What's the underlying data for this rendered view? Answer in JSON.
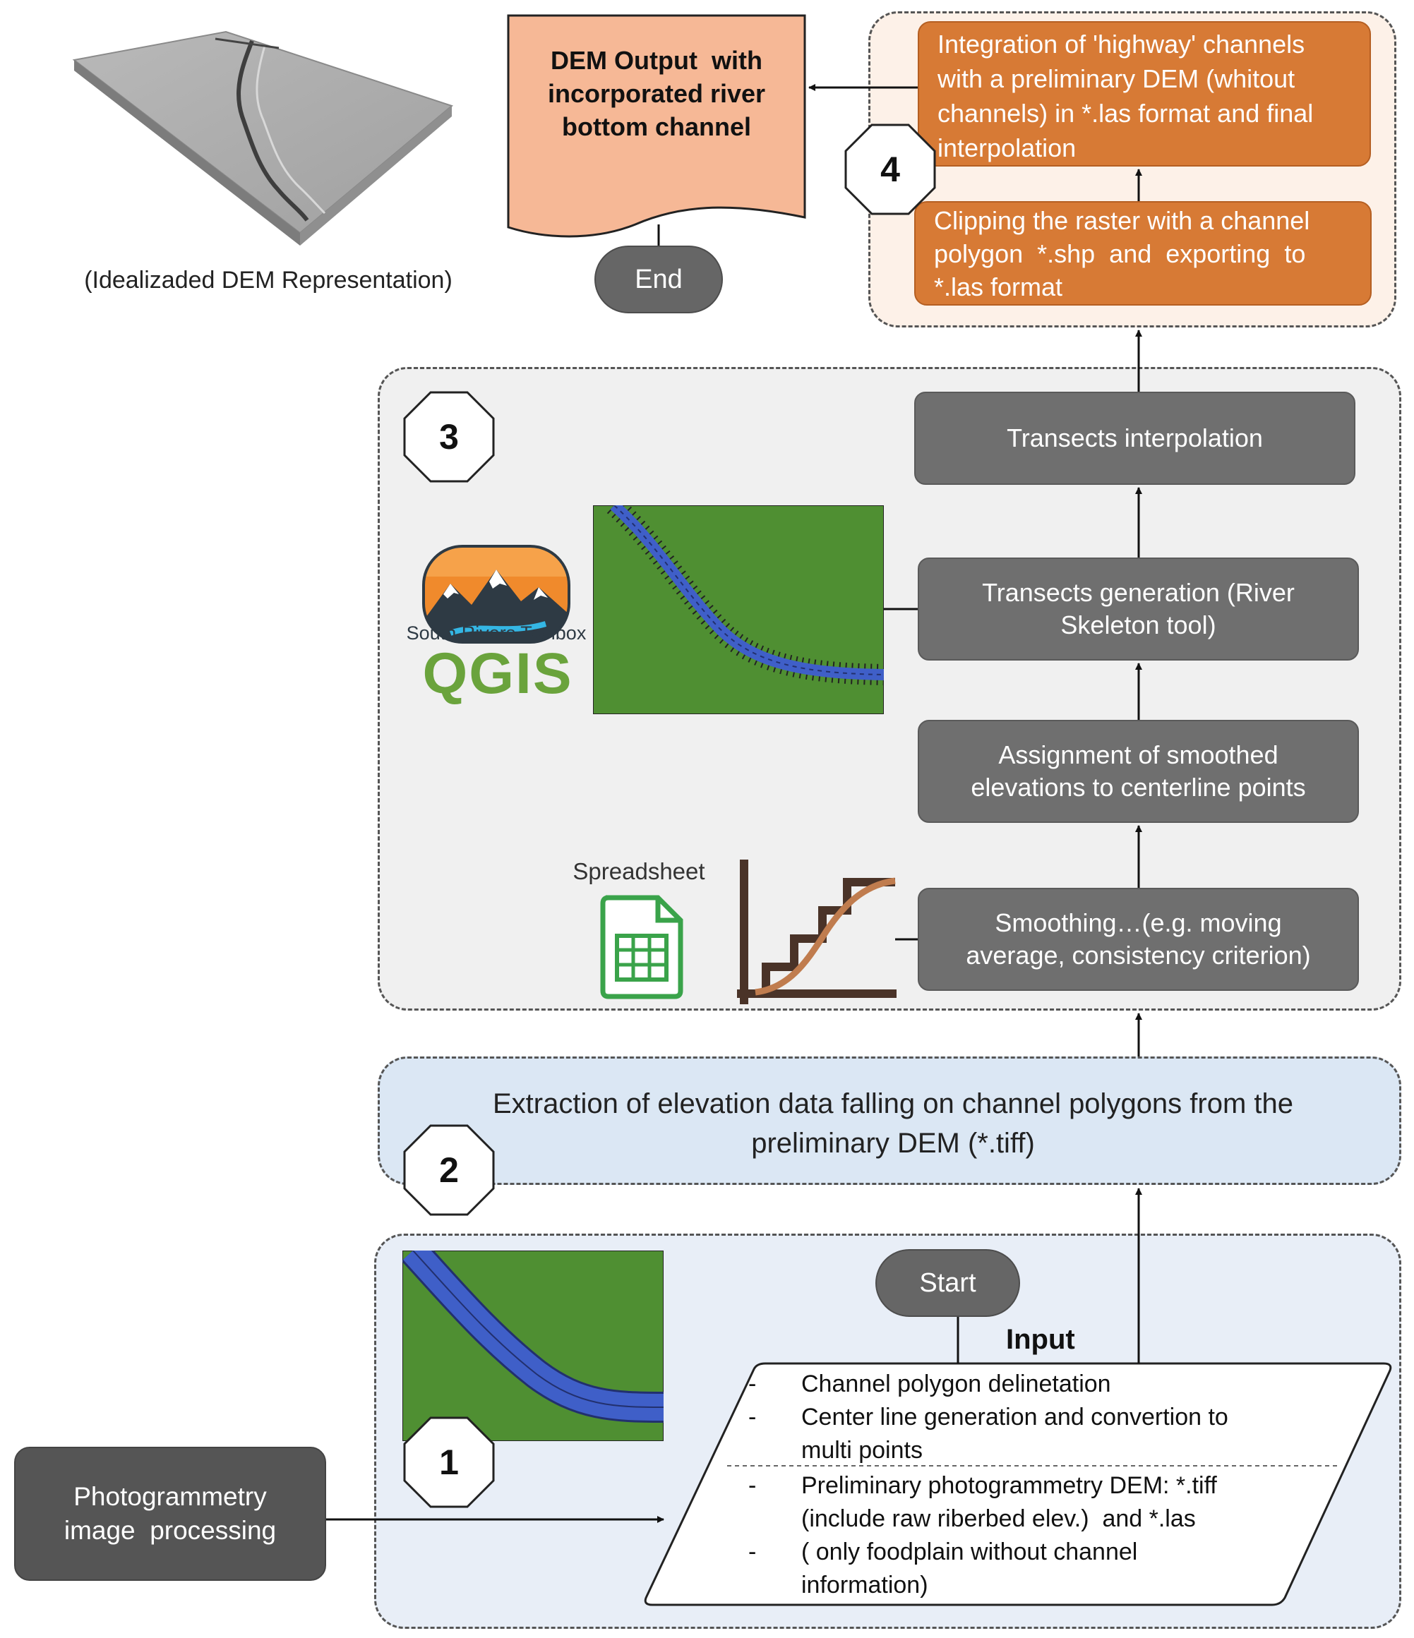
{
  "top_left": {
    "dem_caption": "(Idealizaded DEM Representation)"
  },
  "output_doc": {
    "lines": [
      "DEM Output  with",
      "incorporated river",
      "bottom channel"
    ]
  },
  "end_label": "End",
  "start_label": "Start",
  "step_badges": [
    "1",
    "2",
    "3",
    "4"
  ],
  "stage4": {
    "integration_lines": [
      "Integration of 'highway' channels",
      "with a preliminary DEM (whitout",
      "channels) in *.las format and final",
      "interpolation"
    ],
    "clipping_lines": [
      "Clipping the raster with a channel",
      "polygon  *.shp  and  exporting  to",
      "*.las format"
    ]
  },
  "stage3": {
    "transects_interpolation": "Transects interpolation",
    "transects_generation_lines": [
      "Transects generation (River",
      "Skeleton tool)"
    ],
    "assignment_lines": [
      "Assignment of smoothed",
      "elevations to centerline points"
    ],
    "smoothing_lines": [
      "Smoothing…(e.g. moving",
      "average, consistency criterion)"
    ],
    "logo_toolbox": "South Rivers Toolbox",
    "logo_qgis": "QGIS",
    "spreadsheet_label": "Spreadsheet"
  },
  "stage2": {
    "extraction_lines": [
      "Extraction of elevation data falling on channel polygons from the",
      "preliminary DEM (*.tiff)"
    ]
  },
  "stage1": {
    "input_title": "Input",
    "items_top": [
      {
        "bullet": "-",
        "lines": [
          "Channel polygon delinetation"
        ]
      },
      {
        "bullet": "-",
        "lines": [
          "Center line generation and convertion to",
          "multi points"
        ]
      }
    ],
    "items_bottom": [
      {
        "bullet": "-",
        "lines": [
          "Preliminary photogrammetry DEM: *.tiff",
          "(include raw riberbed elev.)  and *.las"
        ]
      },
      {
        "bullet": "-",
        "lines": [
          "( only foodplain without channel",
          "information)"
        ]
      }
    ]
  },
  "photogrammetry_lines": [
    "Photogrammetry",
    "image  processing"
  ],
  "colors": {
    "orange_box": "#d77a35",
    "orange_panel": "#fdf1e8",
    "output_doc": "#f6b896",
    "gray_box": "#6f6f6f",
    "dark_box": "#555555",
    "panel3_bg": "#f0f0f0",
    "panel2_bg": "#dbe7f4",
    "panel1_bg": "#e8eef7",
    "map_green": "#4f8f32",
    "river_blue": "#3f5fc8"
  }
}
